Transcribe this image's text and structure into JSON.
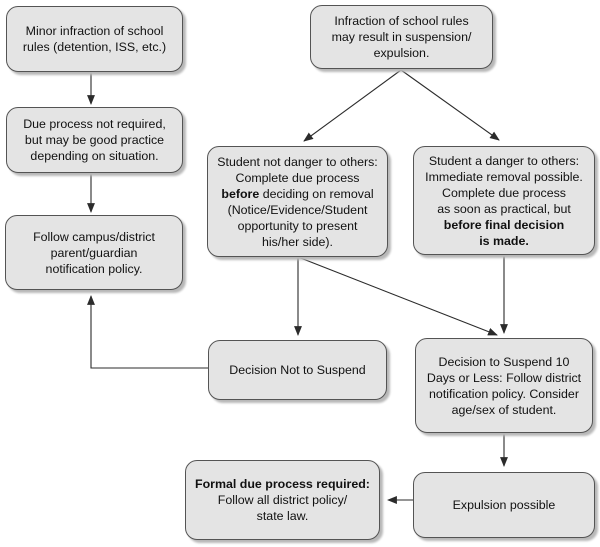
{
  "colors": {
    "box_fill": "#e4e4e4",
    "box_border": "#545454",
    "box_shadow": "#b8b8b8",
    "arrow": "#2b2b2b",
    "text": "#111111",
    "background": "#ffffff"
  },
  "nodes": {
    "minor_infraction": {
      "lines": [
        "Minor infraction of school",
        "rules (detention, ISS, etc.)"
      ]
    },
    "due_process_not_required": {
      "lines": [
        "Due process not required,",
        "but may be good practice",
        "depending on situation."
      ]
    },
    "follow_campus": {
      "lines": [
        "Follow campus/district",
        "parent/guardian",
        "notification policy."
      ]
    },
    "infraction_suspension": {
      "lines": [
        "Infraction of school rules",
        "may result in suspension/",
        "expulsion."
      ]
    },
    "student_not_danger": {
      "line1": "Student not danger to others:",
      "line2": "Complete due process",
      "line3_bold": "before",
      "line3_rest": " deciding on removal",
      "line4": "(Notice/Evidence/Student",
      "line5": "opportunity to present",
      "line6": "his/her side)."
    },
    "student_danger": {
      "line1": "Student a danger to others:",
      "line2": "Immediate removal possible.",
      "line3": "Complete due process",
      "line4": "as soon as practical, but",
      "line5_bold": "before final decision",
      "line6_bold": "is made."
    },
    "decision_not_suspend": {
      "lines": [
        "Decision Not to Suspend"
      ]
    },
    "decision_suspend": {
      "lines": [
        "Decision to Suspend 10",
        "Days or Less: Follow district",
        "notification policy. Consider",
        "age/sex of student."
      ]
    },
    "formal_due_process": {
      "line1_bold": "Formal due process required:",
      "line2": "Follow all district policy/",
      "line3": "state law."
    },
    "expulsion_possible": {
      "lines": [
        "Expulsion possible"
      ]
    }
  },
  "edges": [
    {
      "from": "minor_infraction",
      "to": "due_process_not_required"
    },
    {
      "from": "due_process_not_required",
      "to": "follow_campus"
    },
    {
      "from": "infraction_suspension",
      "to": "student_not_danger"
    },
    {
      "from": "infraction_suspension",
      "to": "student_danger"
    },
    {
      "from": "student_not_danger",
      "to": "decision_not_suspend"
    },
    {
      "from": "student_not_danger",
      "to": "decision_suspend"
    },
    {
      "from": "student_danger",
      "to": "decision_suspend"
    },
    {
      "from": "decision_not_suspend",
      "to": "follow_campus"
    },
    {
      "from": "decision_suspend",
      "to": "expulsion_possible"
    },
    {
      "from": "expulsion_possible",
      "to": "formal_due_process"
    }
  ]
}
